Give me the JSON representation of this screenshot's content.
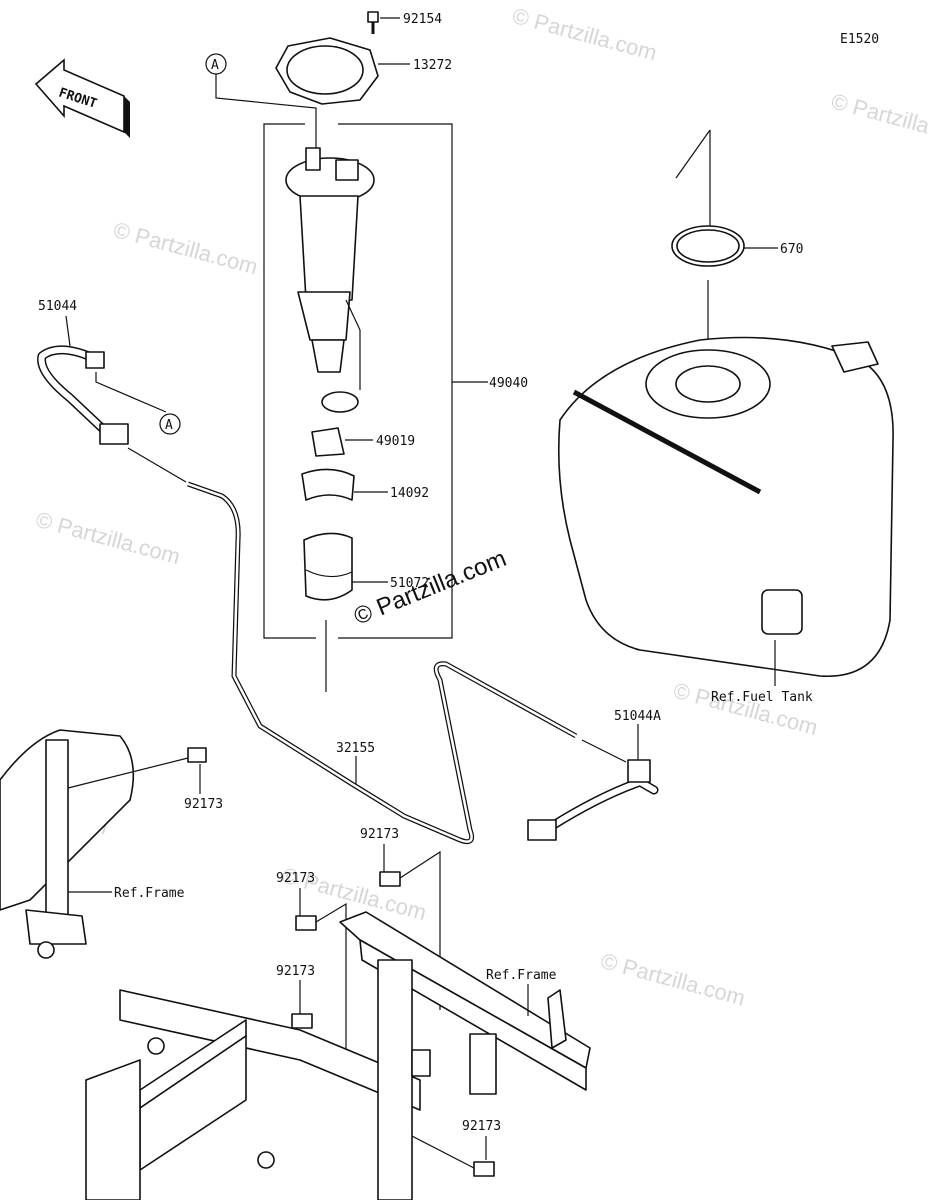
{
  "diagram": {
    "code": "E1520",
    "front_label": "FRONT",
    "copyright": "© Partzilla.com",
    "watermark": "© Partzilla.com",
    "ref_labels": {
      "fuel_tank": "Ref.Fuel Tank",
      "frame_left": "Ref.Frame",
      "frame_right": "Ref.Frame"
    },
    "callouts": {
      "A": "A"
    },
    "parts": {
      "p92154": "92154",
      "p13272": "13272",
      "p49040": "49040",
      "p49019": "49019",
      "p14092": "14092",
      "p51072": "51072",
      "p670": "670",
      "p51044": "51044",
      "p51044A": "51044A",
      "p32155": "32155",
      "p92173": "92173"
    }
  }
}
